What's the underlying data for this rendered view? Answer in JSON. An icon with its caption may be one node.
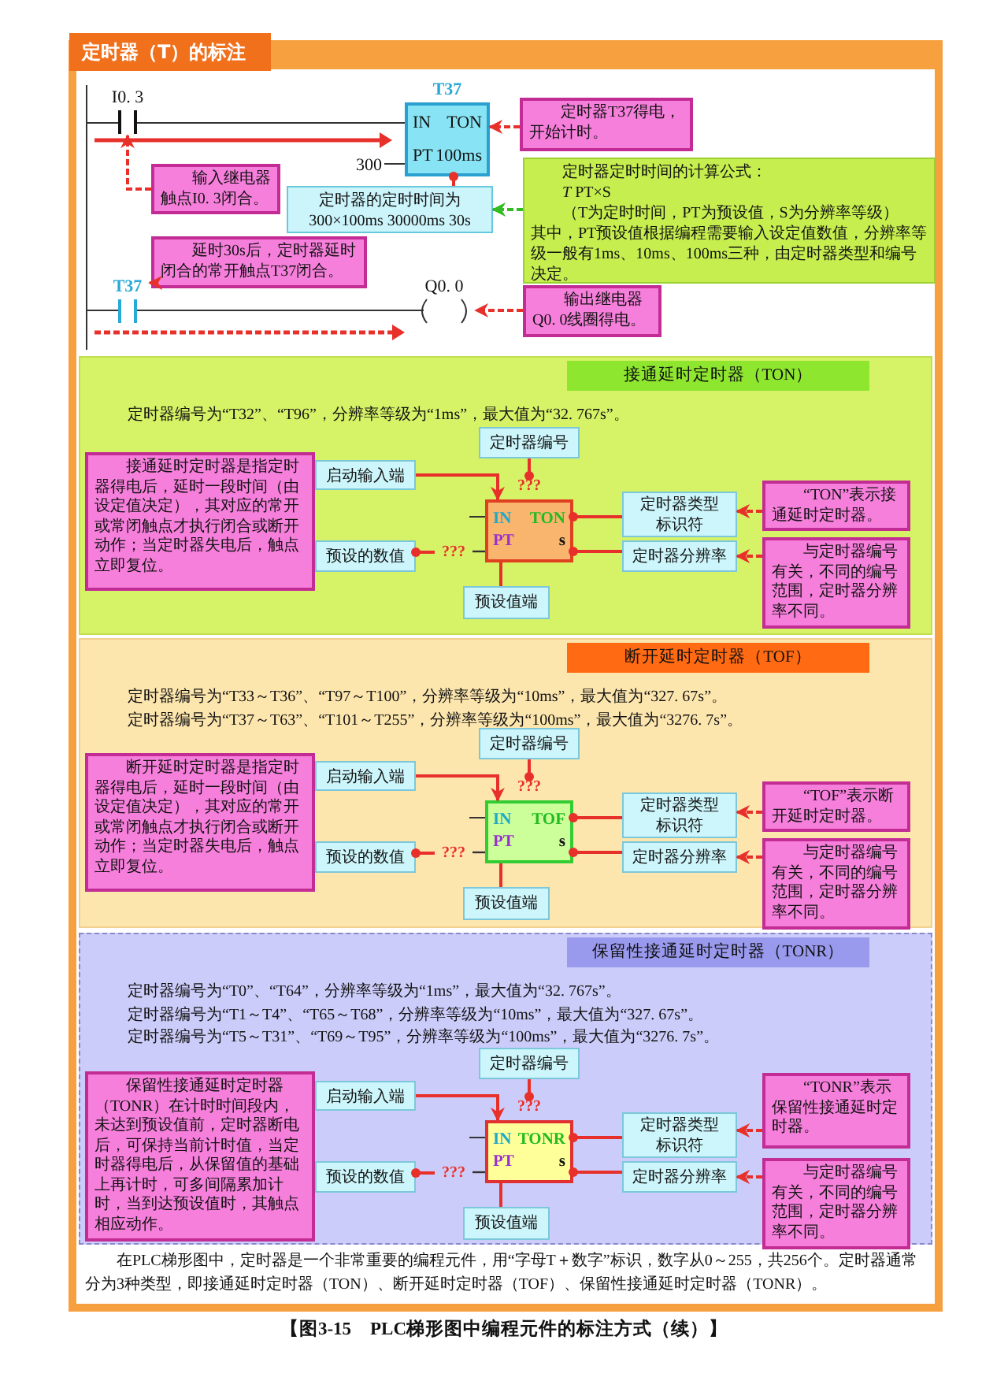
{
  "diagram": {
    "title": "定时器（T）的标注",
    "caption": "【图3-15　PLC梯形图中编程元件的标注方式（续）】",
    "nodes": [
      {
        "text": [
          "T37",
          "IN",
          "TON",
          "PT",
          "100ms"
        ]
      },
      {
        "text": [
          "定时器T37得电，开始计时。"
        ]
      },
      {
        "text": [
          "输入继电器触点I0. 3闭合。"
        ]
      },
      {
        "text": [
          "定时器的定时时间为 300×100ms  30000ms  30s"
        ]
      },
      {
        "text": [
          "定时器定时时间的计算公式：",
          "*T* PT×S",
          "（T为定时时间，PT为预设值，S为分辨率等级）",
          "其中，PT预设值根据编程需要输入设定值数值，分辨率等级一般有1ms、10ms、100ms三种，由定时器类型和编号决定。"
        ]
      },
      {
        "text": [
          "延时30s后，定时器延时闭合的常开触点T37闭合。"
        ]
      },
      {
        "text": [
          "输出继电器Q0. 0线圈得电。"
        ]
      },
      {
        "text": [
          "接通延时定时器（TON）",
          "定时器编号为“T32”、“T96”，分辨率等级为“1ms”，最大值为“32. 767s”。"
        ]
      },
      {
        "text": [
          "定时器编号"
        ],
        "in": 7
      },
      {
        "text": [
          "接通延时定时器是指定时器得电后，延时一段时间（由设定值决定），其对应的常开或常闭触点才执行闭合或断开动作；当定时器失电后，触点立即复位。"
        ],
        "in": 7
      },
      {
        "text": [
          "启动输入端"
        ],
        "in": 7
      },
      {
        "text": [
          "???"
        ],
        "in": 7
      },
      {
        "text": [
          "“TON”表示接通延时定时器。"
        ],
        "in": 7
      },
      {
        "text": [
          "IN",
          "TON",
          "PT",
          "s"
        ],
        "in": 7
      },
      {
        "text": [
          "定时器类型标识符"
        ],
        "in": 7
      },
      {
        "text": [
          "预设的数值"
        ],
        "in": 7
      },
      {
        "text": [
          "???"
        ],
        "in": 7
      },
      {
        "text": [
          "定时器分辨率"
        ],
        "in": 7
      },
      {
        "text": [
          "与定时器编号有关，不同的编号范围，定时器分辨率不同。"
        ],
        "in": 7
      },
      {
        "text": [
          "预设值端"
        ],
        "in": 7
      },
      {
        "text": [
          "断开延时定时器（TOF）",
          "定时器编号为“T33～T36”、“T97～T100”，分辨率等级为“10ms”，最大值为“327. 67s”。",
          "定时器编号为“T37～T63”、“T101～T255”，分辨率等级为“100ms”，最大值为“3276. 7s”。"
        ]
      },
      {
        "text": [
          "定时器编号"
        ],
        "in": 20
      },
      {
        "text": [
          "断开延时定时器是指定时器得电后，延时一段时间（由设定值决定），其对应的常开或常闭触点才执行闭合或断开动作；当定时器失电后，触点立即复位。"
        ],
        "in": 20
      },
      {
        "text": [
          "启动输入端"
        ],
        "in": 20
      },
      {
        "text": [
          "???"
        ],
        "in": 20
      },
      {
        "text": [
          "“TOF”表示断开延时定时器。"
        ],
        "in": 20
      },
      {
        "text": [
          "IN",
          "TOF",
          "PT",
          "s"
        ],
        "in": 20
      },
      {
        "text": [
          "定时器类型标识符"
        ],
        "in": 20
      },
      {
        "text": [
          "预设的数值"
        ],
        "in": 20
      },
      {
        "text": [
          "???"
        ],
        "in": 20
      },
      {
        "text": [
          "定时器分辨率"
        ],
        "in": 20
      },
      {
        "text": [
          "与定时器编号有关，不同的编号范围，定时器分辨率不同。"
        ],
        "in": 20
      },
      {
        "text": [
          "预设值端"
        ],
        "in": 20
      },
      {
        "text": [
          "保留性接通延时定时器（TONR）",
          "定时器编号为“T0”、“T64”，分辨率等级为“1ms”，最大值为“32. 767s”。",
          "定时器编号为“T1～T4”、“T65～T68”，分辨率等级为“10ms”，最大值为“327. 67s”。",
          "定时器编号为“T5～T31”、“T69～T95”，分辨率等级为“100ms”，最大值为“3276. 7s”。"
        ]
      },
      {
        "text": [
          "定时器编号"
        ],
        "in": 33
      },
      {
        "text": [
          "保留性接通延时定时器（TONR）在计时时间段内，未达到预设值前，定时器断电后，可保持当前计时值，当定时器得电后，从保留值的基础上再计时，可多间隔累加计时，当到达预设值时，其触点相应动作。"
        ],
        "in": 33
      },
      {
        "text": [
          "启动输入端"
        ],
        "in": 33
      },
      {
        "text": [
          "???"
        ],
        "in": 33
      },
      {
        "text": [
          "“TONR”表示保留性接通延时定时器。"
        ],
        "in": 33
      },
      {
        "text": [
          "IN",
          "TONR",
          "PT",
          "s"
        ],
        "in": 33
      },
      {
        "text": [
          "定时器类型标识符"
        ],
        "in": 33
      },
      {
        "text": [
          "预设的数值"
        ],
        "in": 33
      },
      {
        "text": [
          "???"
        ],
        "in": 33
      },
      {
        "text": [
          "定时器分辨率"
        ],
        "in": 33
      },
      {
        "text": [
          "与定时器编号有关，不同的编号范围，定时器分辨率不同。"
        ],
        "in": 33
      },
      {
        "text": [
          "预设值端"
        ],
        "in": 33
      },
      {
        "text": [
          "I0. 3"
        ]
      },
      {
        "text": [
          "T37"
        ]
      },
      {
        "text": [
          "Q0. 0"
        ]
      }
    ],
    "edges": [
      {
        "from": 1,
        "to": 0,
        "arrow": "to",
        "style": "dashed"
      },
      {
        "from": 2,
        "to": 46,
        "arrow": "to",
        "style": "dashed"
      },
      {
        "from": 3,
        "to": 0,
        "arrow": "other",
        "style": "dashed"
      },
      {
        "from": 4,
        "to": 3,
        "arrow": "to",
        "style": "dashed",
        "color": "#33bb22"
      },
      {
        "from": 5,
        "to": 47,
        "arrow": "to",
        "style": "dashed"
      },
      {
        "from": 6,
        "to": 48,
        "arrow": "to",
        "style": "dashed"
      },
      {
        "from": 10,
        "to": 13,
        "arrow": "to"
      },
      {
        "from": 8,
        "to": 11,
        "arrow": "other"
      },
      {
        "from": 16,
        "to": 15,
        "arrow": "other"
      },
      {
        "from": 14,
        "to": 13,
        "arrow": "other"
      },
      {
        "from": 12,
        "to": 14,
        "arrow": "to",
        "style": "dashed"
      },
      {
        "from": 17,
        "to": 13,
        "arrow": "other"
      },
      {
        "from": 18,
        "to": 17,
        "arrow": "to",
        "style": "dashed"
      },
      {
        "from": 19,
        "to": 13,
        "arrow": "none"
      },
      {
        "from": 23,
        "to": 26,
        "arrow": "to"
      },
      {
        "from": 21,
        "to": 24,
        "arrow": "other"
      },
      {
        "from": 29,
        "to": 28,
        "arrow": "other"
      },
      {
        "from": 27,
        "to": 26,
        "arrow": "other"
      },
      {
        "from": 25,
        "to": 27,
        "arrow": "to",
        "style": "dashed"
      },
      {
        "from": 30,
        "to": 26,
        "arrow": "other"
      },
      {
        "from": 31,
        "to": 30,
        "arrow": "to",
        "style": "dashed"
      },
      {
        "from": 32,
        "to": 26,
        "arrow": "none"
      },
      {
        "from": 36,
        "to": 39,
        "arrow": "to"
      },
      {
        "from": 34,
        "to": 37,
        "arrow": "other"
      },
      {
        "from": 42,
        "to": 41,
        "arrow": "other"
      },
      {
        "from": 40,
        "to": 39,
        "arrow": "other"
      },
      {
        "from": 38,
        "to": 40,
        "arrow": "to",
        "style": "dashed"
      },
      {
        "from": 43,
        "to": 39,
        "arrow": "other"
      },
      {
        "from": 44,
        "to": 43,
        "arrow": "to",
        "style": "dashed"
      },
      {
        "from": 45,
        "to": 39,
        "arrow": "none"
      },
      {
        "from": 16,
        "to": 13,
        "arrow": "none",
        "color": "#333333"
      },
      {
        "from": 29,
        "to": 26,
        "arrow": "none",
        "color": "#333333"
      },
      {
        "from": 42,
        "to": 39,
        "arrow": "none",
        "color": "#333333"
      }
    ],
    "labels": [
      "300",
      "在PLC梯形图中，定时器是一个非常重要的编程元件，用“字母T＋数字”标识，数字从0～255，共256个。定时器通常分为3种类型，即接通延时定时器（TON）、断开延时定时器（TOF）、保留性接通延时定时器（TONR）。"
    ]
  }
}
